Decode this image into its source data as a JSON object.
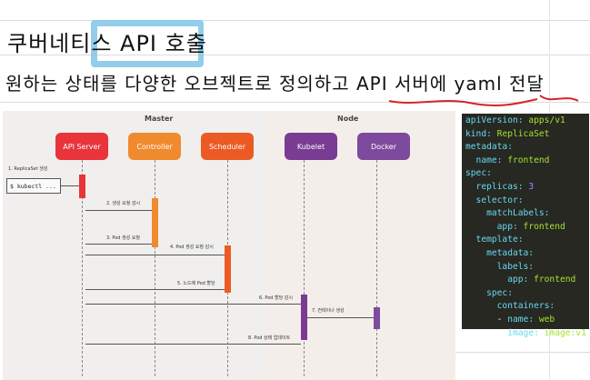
{
  "title": {
    "text": "쿠버네티스 API 호출"
  },
  "subtitle": {
    "text": "원하는 상태를  다양한 오브젝트로 정의하고  API 서버에  yaml 전달"
  },
  "diagram": {
    "section_master": "Master",
    "section_node": "Node",
    "actors": {
      "api_server": "API Server",
      "controller": "Controller",
      "scheduler": "Scheduler",
      "kubelet": "Kubelet",
      "docker": "Docker"
    },
    "kubectl_command": "$ kubectl ...",
    "steps": {
      "s1": "1. ReplicaSet 생성",
      "s2": "2. 생성 요청 감시",
      "s3": "3. Pod 생성 요청",
      "s4": "4. Pod 생성 요청 감시",
      "s5": "5. 노드에 Pod 할당",
      "s6": "6. Pod 할당 감시",
      "s7": "7. 컨테이너 생성",
      "s8": "8. Pod 상태 업데이트"
    },
    "colors": {
      "api_server": "#e8343a",
      "controller": "#f08a2e",
      "scheduler": "#ec5a24",
      "kubelet": "#7a3b93",
      "docker": "#7d4a9e"
    }
  },
  "yaml": {
    "l1_key": "apiVersion:",
    "l1_val": " apps/v1",
    "l2_key": "kind:",
    "l2_val": " ReplicaSet",
    "l3_key": "metadata:",
    "l4_key": "  name:",
    "l4_val": " frontend",
    "l5_key": "spec:",
    "l6_key": "  replicas:",
    "l6_val": " 3",
    "l7_key": "  selector:",
    "l8_key": "    matchLabels:",
    "l9_key": "      app:",
    "l9_val": " frontend",
    "l10_key": "  template:",
    "l11_key": "    metadata:",
    "l12_key": "      labels:",
    "l13_key": "        app:",
    "l13_val": " frontend",
    "l14_key": "    spec:",
    "l15_key": "      containers:",
    "l16_dash": "      - ",
    "l16_key": "name:",
    "l16_val": " web",
    "l17_key": "        image:",
    "l17_val": " image:v1"
  }
}
